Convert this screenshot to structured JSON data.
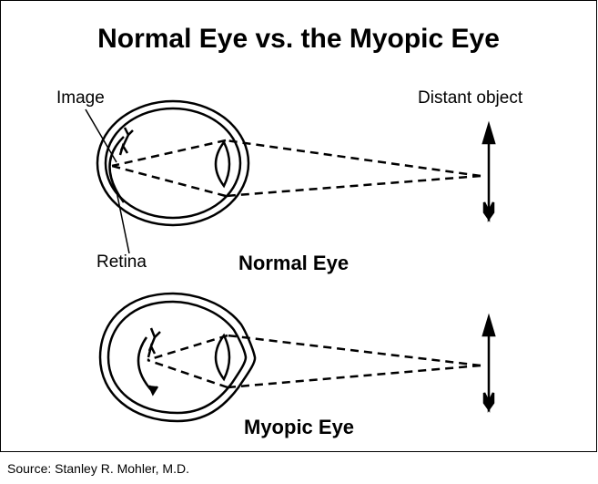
{
  "title": "Normal Eye vs. the Myopic Eye",
  "labels": {
    "image": "Image",
    "distant_object": "Distant object",
    "retina": "Retina"
  },
  "captions": {
    "normal": "Normal Eye",
    "myopic": "Myopic Eye"
  },
  "source": "Source: Stanley R. Mohler, M.D."
}
